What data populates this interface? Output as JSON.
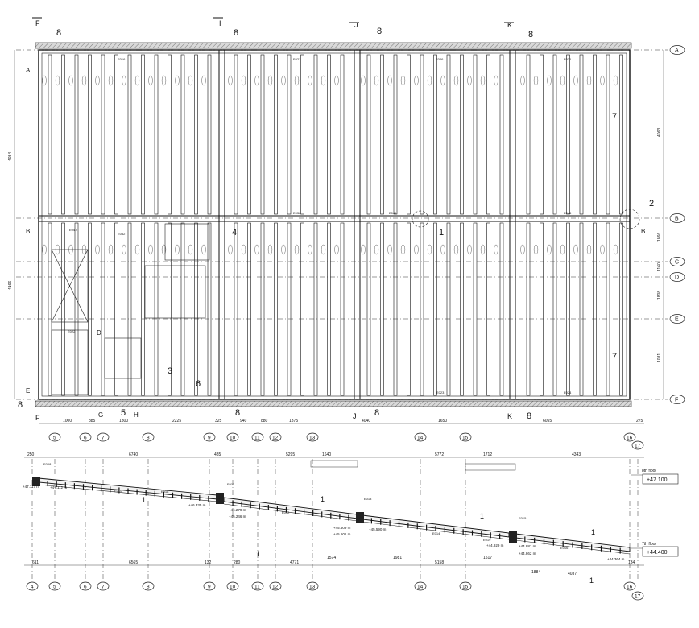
{
  "plan": {
    "grid_rows": [
      "A",
      "B",
      "C",
      "D",
      "E",
      "F"
    ],
    "grid_cols_bottom": [
      "5",
      "6",
      "7",
      "8",
      "9",
      "10",
      "11",
      "12",
      "13",
      "14",
      "15",
      "16",
      "17"
    ],
    "dims_bottom": [
      "1000",
      "885",
      "1800",
      "2225",
      "325",
      "940",
      "880",
      "1375",
      "4040",
      "1650",
      "6055",
      "275"
    ],
    "dims_right": [
      "4063",
      "1866",
      "1160",
      "1808",
      "1031"
    ],
    "dims_left": [
      "4084",
      "4166"
    ],
    "section_marks": [
      "F",
      "I",
      "J",
      "K",
      "H",
      "G",
      "D"
    ],
    "callouts": [
      "8",
      "8",
      "8",
      "8",
      "7",
      "7",
      "2",
      "1",
      "4",
      "3",
      "5",
      "6",
      "8",
      "8",
      "8",
      "8"
    ],
    "beam_tags": [
      "E016",
      "E021",
      "E026",
      "E031",
      "E036",
      "E041",
      "E046",
      "E047",
      "E052",
      "E022",
      "E023",
      "E024"
    ]
  },
  "section": {
    "floor_top": "8th floor",
    "level_top": "+47.100",
    "floor_bottom": "7th floor",
    "level_bottom": "+44.400",
    "dims_top": [
      "250",
      "6740",
      "485",
      "5295",
      "1640",
      "5772",
      "1712",
      "4343"
    ],
    "dims_bottom": [
      "611",
      "6565",
      "132",
      "280",
      "4771",
      "1574",
      "1981",
      "5158",
      "1517",
      "1884",
      "4037",
      "134"
    ],
    "elevations": [
      "+47.117 m",
      "+47.112 m",
      "+46.335 m",
      "+46.279 m",
      "+46.246 m",
      "+45.609 m",
      "+45.601 m",
      "+45.590 m",
      "+44.929 m",
      "+44.881 m",
      "+44.862 m",
      "+44.364 m"
    ],
    "tags": [
      "E008",
      "E010",
      "E011",
      "E012",
      "E013",
      "E014",
      "E015",
      "E016",
      "E018",
      "E019"
    ],
    "grid_cols": [
      "4",
      "5",
      "6",
      "7",
      "8",
      "9",
      "10",
      "11",
      "12",
      "13",
      "14",
      "15",
      "16",
      "17"
    ],
    "slope_mark": "1"
  }
}
